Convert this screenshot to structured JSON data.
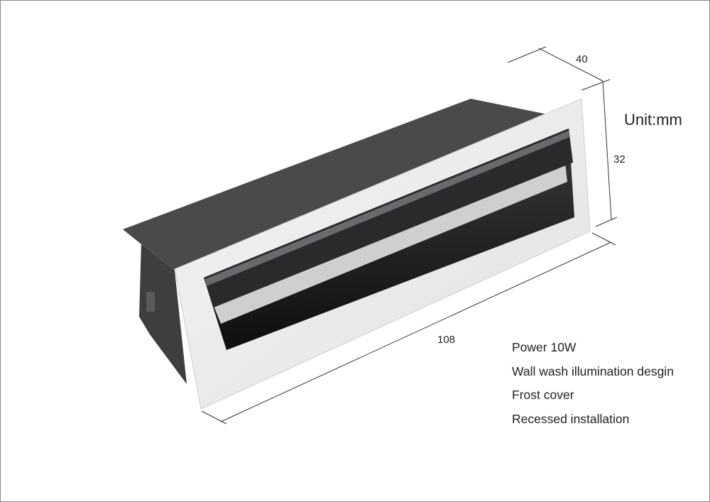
{
  "dimensions": {
    "depth": "40",
    "height": "32",
    "length": "108",
    "unit_label": "Unit:mm"
  },
  "features": [
    "Power  10W",
    "Wall wash illumination desgin",
    "Frost cover",
    "Recessed installation"
  ],
  "colors": {
    "housing": "#4a4a4c",
    "frame": "#ffffff",
    "interior": "#151515",
    "dimension_line": "#333333"
  }
}
